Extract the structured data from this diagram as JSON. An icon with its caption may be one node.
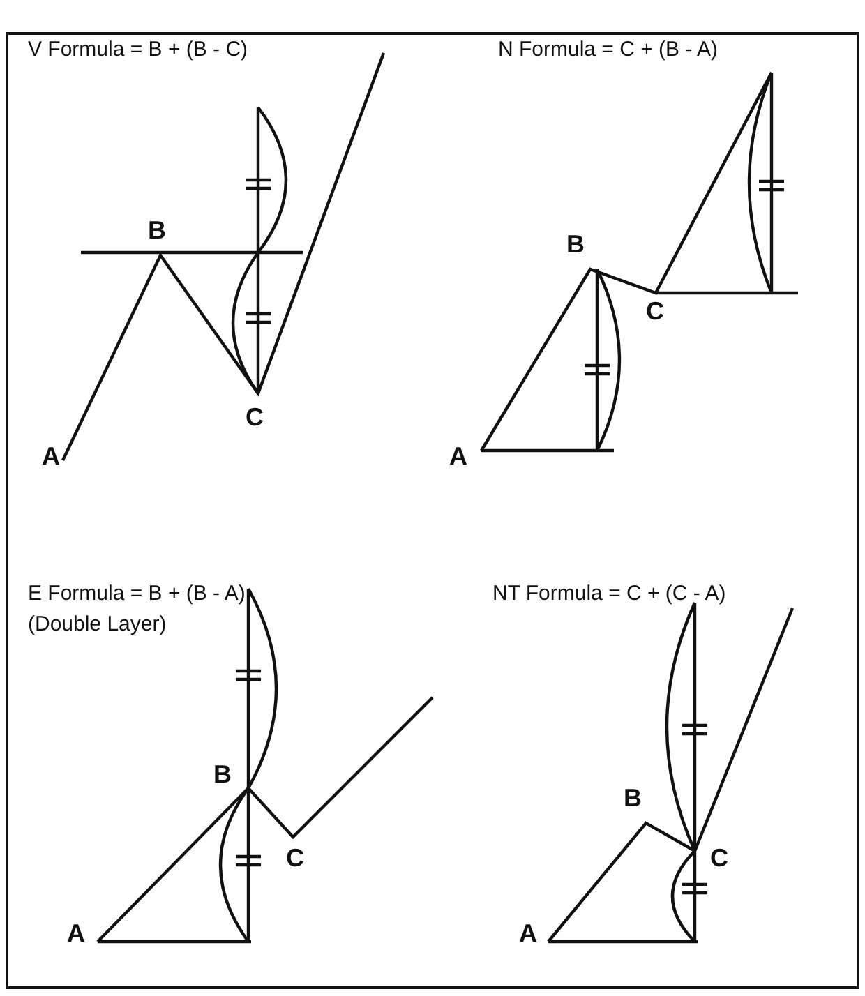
{
  "diagram": {
    "labels": [
      "V Formula = B + (B - C)",
      "B",
      "C",
      "A",
      "N Formula = C + (B - A)",
      "B",
      "C",
      "A",
      "E Formula = B + (B - A)",
      "(Double Layer)",
      "B",
      "C",
      "A",
      "NT Formula = C + (C - A)",
      "B",
      "C",
      "A"
    ]
  }
}
